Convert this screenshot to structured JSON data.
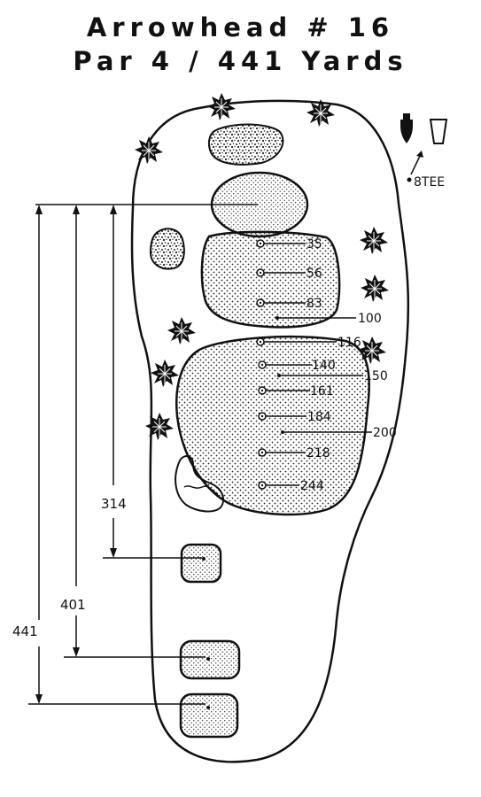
{
  "title": "Arrowhead # 16",
  "subtitle": "Par 4 / 441 Yards",
  "tee_note": "8TEE",
  "yardage_markers": [
    "35",
    "56",
    "83",
    "100",
    "116",
    "140",
    "150",
    "161",
    "184",
    "200",
    "218",
    "244"
  ],
  "tee_distances": [
    "314",
    "401",
    "441"
  ],
  "colors": {
    "ink": "#111111",
    "paper": "#ffffff"
  }
}
